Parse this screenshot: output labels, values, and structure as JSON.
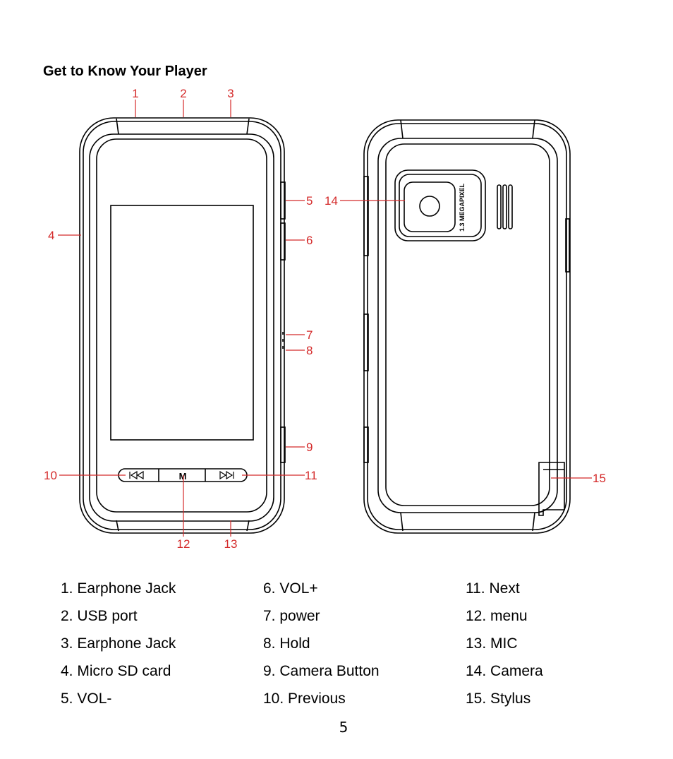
{
  "title": "Get to Know Your Player",
  "figure": {
    "callouts": [
      "1",
      "2",
      "3",
      "4",
      "5",
      "6",
      "7",
      "8",
      "9",
      "10",
      "11",
      "12",
      "13",
      "14",
      "15"
    ],
    "center_button_label": "M",
    "camera_label": "1.3 MEGAPIXEL"
  },
  "legend": {
    "col1": [
      "1. Earphone Jack",
      "2. USB port",
      "3. Earphone Jack",
      "4. Micro SD card",
      "5. VOL-"
    ],
    "col2": [
      "6. VOL+",
      "7. power",
      "8. Hold",
      "9. Camera Button",
      "10. Previous"
    ],
    "col3": [
      "11. Next",
      "12. menu",
      "13. MIC",
      "14. Camera",
      "15. Stylus"
    ]
  },
  "page_number": "5"
}
